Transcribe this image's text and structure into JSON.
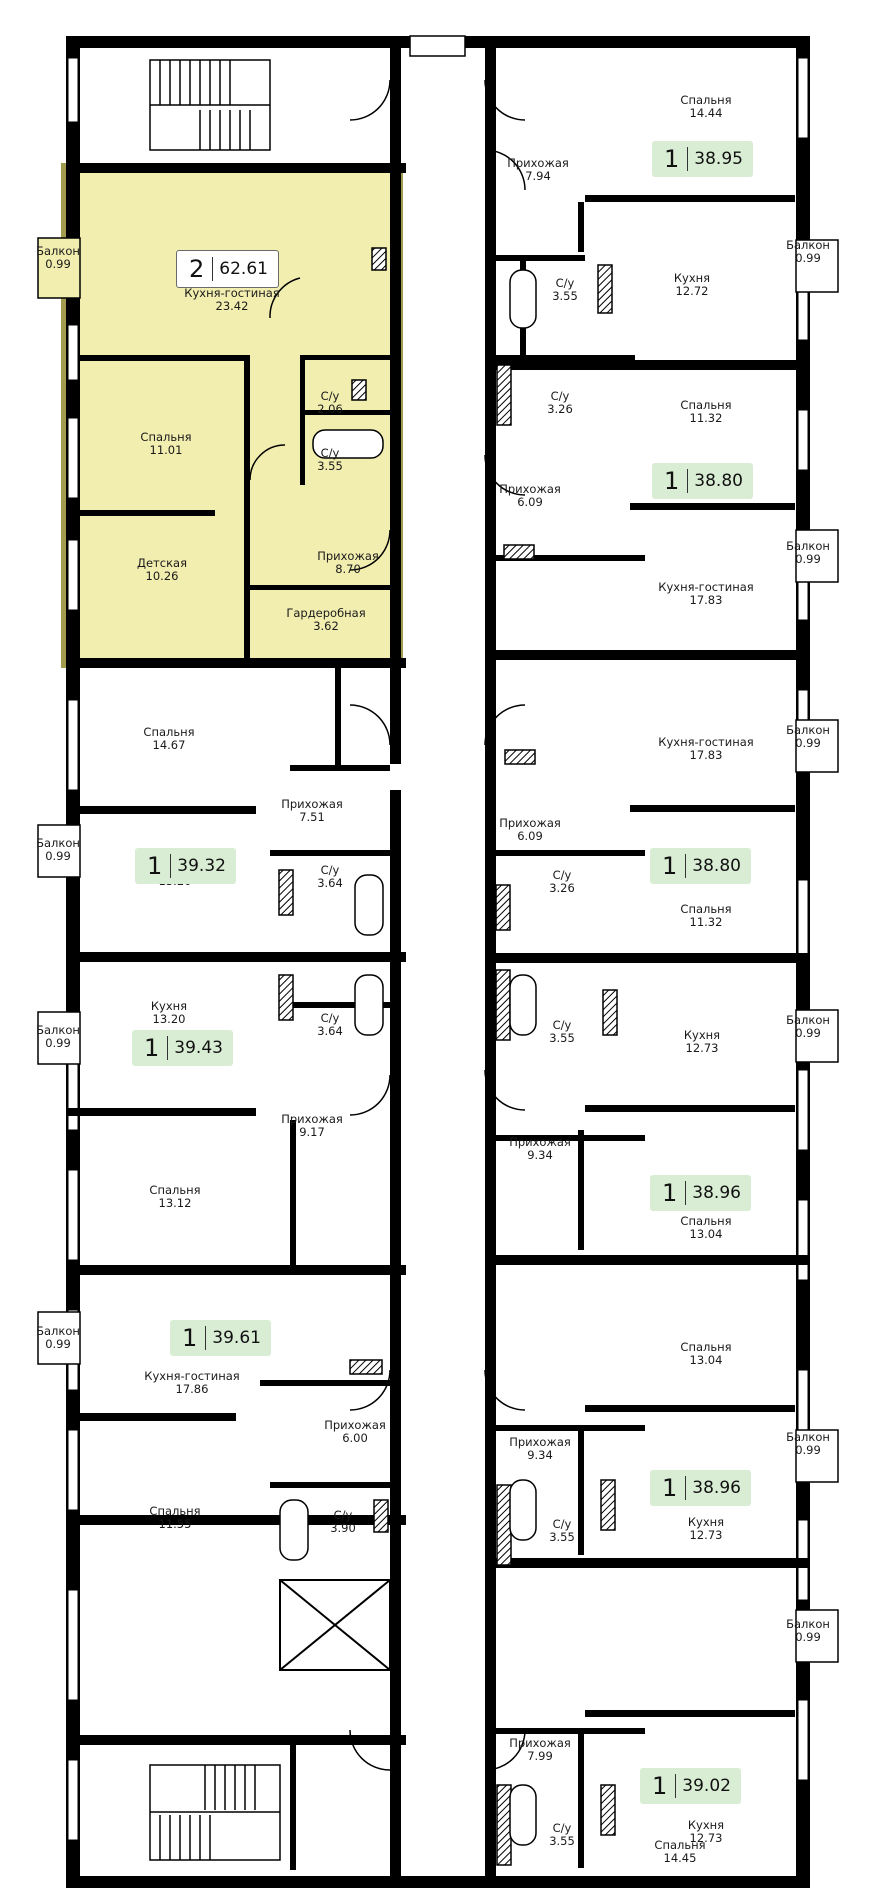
{
  "colors": {
    "wall": "#000000",
    "highlight": "#f2eeb0",
    "highlight_border": "#a19c4e",
    "badge": "#d9ecd4"
  },
  "icons": [
    "stair-icon",
    "elevator-shaft-icon",
    "bathtub-icon",
    "sink-icon",
    "toilet-icon",
    "ventilation-shaft-icon",
    "door-swing-icon"
  ],
  "apartments": [
    {
      "rooms": "2",
      "area": "62.61",
      "highlighted": true,
      "labels": [
        {
          "name": "Балкон",
          "area": "0.99"
        },
        {
          "name": "Кухня-гостиная",
          "area": "23.42"
        },
        {
          "name": "Спальня",
          "area": "11.01"
        },
        {
          "name": "С/у",
          "area": "2.06"
        },
        {
          "name": "С/у",
          "area": "3.55"
        },
        {
          "name": "Детская",
          "area": "10.26"
        },
        {
          "name": "Прихожая",
          "area": "8.70"
        },
        {
          "name": "Гардеробная",
          "area": "3.62"
        }
      ]
    },
    {
      "rooms": "1",
      "area": "38.95",
      "labels": [
        {
          "name": "Спальня",
          "area": "14.44"
        },
        {
          "name": "Прихожая",
          "area": "7.94"
        },
        {
          "name": "С/у",
          "area": "3.55"
        },
        {
          "name": "Кухня",
          "area": "12.72"
        },
        {
          "name": "Балкон",
          "area": "0.99"
        }
      ]
    },
    {
      "rooms": "1",
      "area": "38.80",
      "labels": [
        {
          "name": "С/у",
          "area": "3.26"
        },
        {
          "name": "Спальня",
          "area": "11.32"
        },
        {
          "name": "Прихожая",
          "area": "6.09"
        },
        {
          "name": "Балкон",
          "area": "0.99"
        },
        {
          "name": "Кухня-гостиная",
          "area": "17.83"
        }
      ]
    },
    {
      "rooms": "1",
      "area": "39.32",
      "labels": [
        {
          "name": "Спальня",
          "area": "14.67"
        },
        {
          "name": "Прихожая",
          "area": "7.51"
        },
        {
          "name": "Балкон",
          "area": "0.99"
        },
        {
          "name": "Кухня",
          "area": "13.20"
        },
        {
          "name": "С/у",
          "area": "3.64"
        }
      ]
    },
    {
      "rooms": "1",
      "area": "38.80",
      "labels": [
        {
          "name": "Кухня-гостиная",
          "area": "17.83"
        },
        {
          "name": "Балкон",
          "area": "0.99"
        },
        {
          "name": "Прихожая",
          "area": "6.09"
        },
        {
          "name": "С/у",
          "area": "3.26"
        },
        {
          "name": "Спальня",
          "area": "11.32"
        }
      ]
    },
    {
      "rooms": "1",
      "area": "39.43",
      "labels": [
        {
          "name": "Кухня",
          "area": "13.20"
        },
        {
          "name": "С/у",
          "area": "3.64"
        },
        {
          "name": "Балкон",
          "area": "0.99"
        },
        {
          "name": "Прихожая",
          "area": "9.17"
        },
        {
          "name": "Спальня",
          "area": "13.12"
        }
      ]
    },
    {
      "rooms": "1",
      "area": "38.96",
      "labels": [
        {
          "name": "С/у",
          "area": "3.55"
        },
        {
          "name": "Кухня",
          "area": "12.73"
        },
        {
          "name": "Балкон",
          "area": "0.99"
        },
        {
          "name": "Прихожая",
          "area": "9.34"
        },
        {
          "name": "Спальня",
          "area": "13.04"
        }
      ]
    },
    {
      "rooms": "1",
      "area": "39.61",
      "labels": [
        {
          "name": "Балкон",
          "area": "0.99"
        },
        {
          "name": "Кухня-гостиная",
          "area": "17.86"
        },
        {
          "name": "Прихожая",
          "area": "6.00"
        },
        {
          "name": "Спальня",
          "area": "11.55"
        },
        {
          "name": "С/у",
          "area": "3.90"
        }
      ]
    },
    {
      "rooms": "1",
      "area": "38.96",
      "labels": [
        {
          "name": "Спальня",
          "area": "13.04"
        },
        {
          "name": "Прихожая",
          "area": "9.34"
        },
        {
          "name": "Балкон",
          "area": "0.99"
        },
        {
          "name": "С/у",
          "area": "3.55"
        },
        {
          "name": "Кухня",
          "area": "12.73"
        }
      ]
    },
    {
      "rooms": "1",
      "area": "39.02",
      "labels": [
        {
          "name": "С/у",
          "area": "3.55"
        },
        {
          "name": "Кухня",
          "area": "12.73"
        },
        {
          "name": "Балкон",
          "area": "0.99"
        },
        {
          "name": "Прихожая",
          "area": "7.99"
        },
        {
          "name": "Спальня",
          "area": "14.45"
        }
      ]
    }
  ]
}
